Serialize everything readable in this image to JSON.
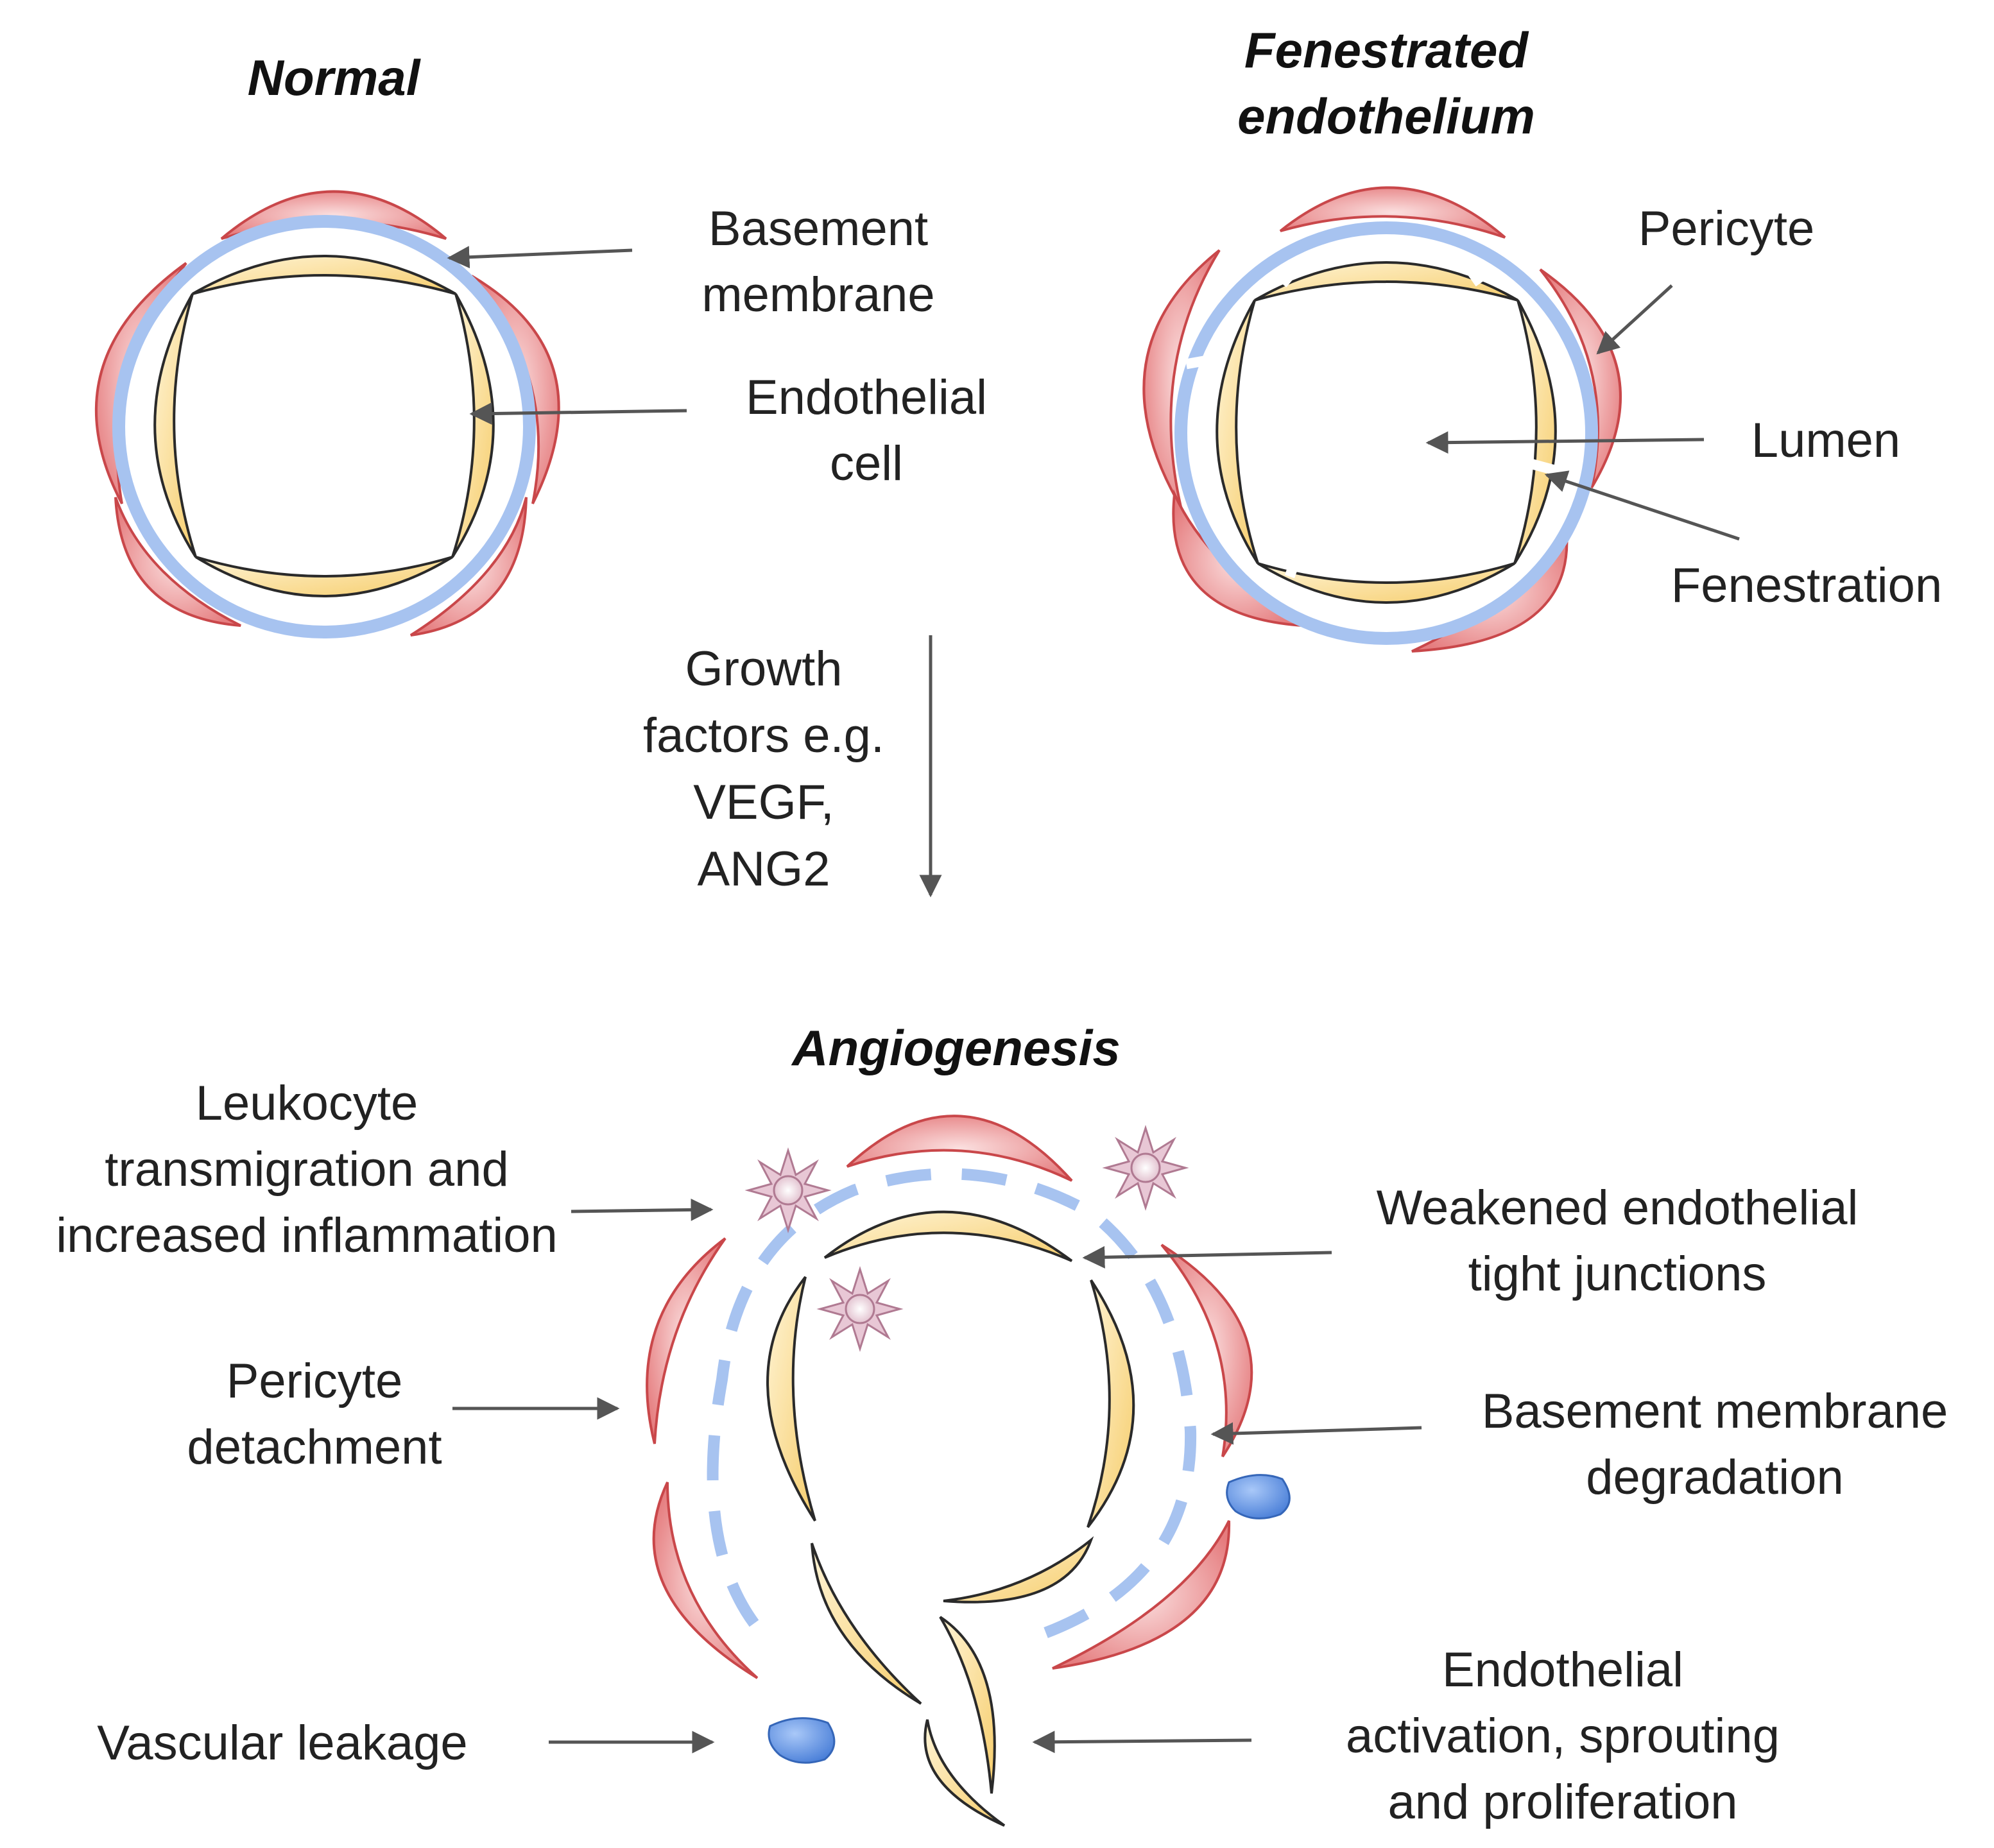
{
  "panels": {
    "normal": {
      "title": "Normal"
    },
    "fenestrated": {
      "title_line1": "Fenestrated",
      "title_line2": "endothelium"
    },
    "angiogenesis": {
      "title": "Angiogenesis"
    }
  },
  "labels": {
    "basement_membrane": [
      "Basement",
      "membrane"
    ],
    "endothelial_cell": [
      "Endothelial",
      "cell"
    ],
    "pericyte": "Pericyte",
    "lumen": "Lumen",
    "fenestration": "Fenestration",
    "growth_factors": [
      "Growth",
      "factors e.g.",
      "VEGF,",
      "ANG2"
    ],
    "leukocyte": [
      "Leukocyte",
      "transmigration and",
      "increased inflammation"
    ],
    "pericyte_detachment": [
      "Pericyte",
      "detachment"
    ],
    "vascular_leakage": "Vascular leakage",
    "weakened_junctions": [
      "Weakened endothelial",
      "tight junctions"
    ],
    "bm_degradation": [
      "Basement membrane",
      "degradation"
    ],
    "endothelial_activation": [
      "Endothelial",
      "activation, sprouting",
      "and proliferation"
    ]
  },
  "colors": {
    "pericyte": "#e57c7e",
    "pericyte_stroke": "#c9474a",
    "endothelial": "#f8d98a",
    "basement_membrane": "#a7c3f0",
    "leukocyte": "#d9a8bd",
    "leakage": "#5b8ee0"
  }
}
